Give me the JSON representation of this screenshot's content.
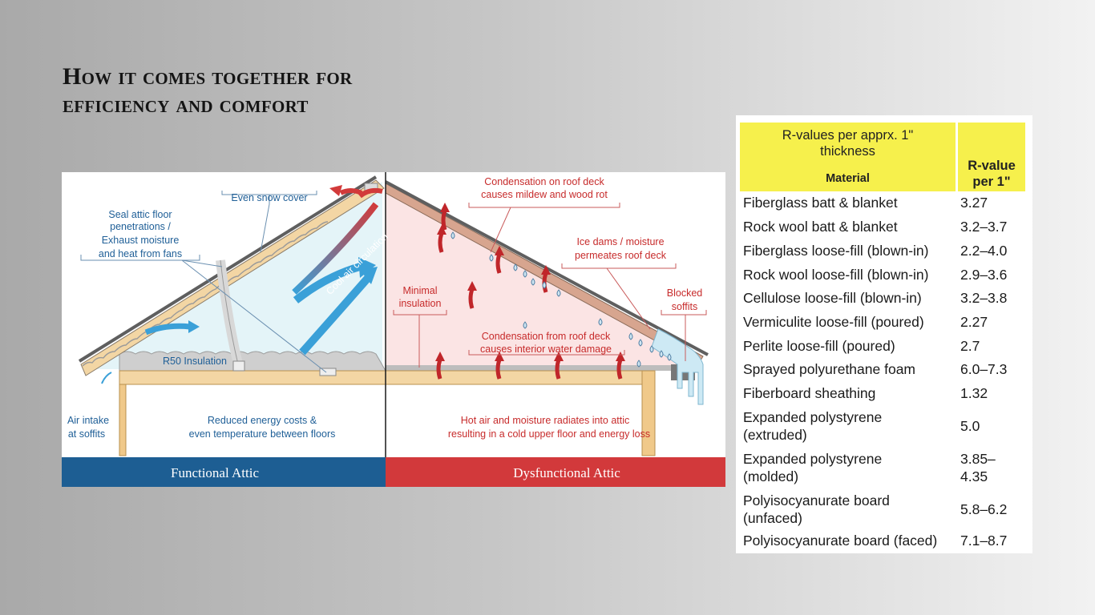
{
  "title": {
    "line1": "How it comes together for",
    "line2": "efficiency and comfort"
  },
  "diagram": {
    "left": {
      "footer": "Functional Attic",
      "labels": {
        "even_snow": "Even snow cover",
        "seal_1": "Seal attic floor",
        "seal_2": "penetrations /",
        "seal_3": "Exhaust moisture",
        "seal_4": "and heat from fans",
        "cool_air": "Cool air circulation",
        "r50": "R50 Insulation",
        "air_intake_1": "Air intake",
        "air_intake_2": "at soffits",
        "reduced_1": "Reduced energy costs &",
        "reduced_2": "even temperature between floors"
      }
    },
    "right": {
      "footer": "Dysfunctional Attic",
      "labels": {
        "cond_deck_1": "Condensation on roof deck",
        "cond_deck_2": "causes mildew and wood rot",
        "ice_1": "Ice dams / moisture",
        "ice_2": "permeates roof deck",
        "minimal_1": "Minimal",
        "minimal_2": "insulation",
        "blocked_1": "Blocked",
        "blocked_2": "soffits",
        "cond_int_1": "Condensation from roof deck",
        "cond_int_2": "causes interior water damage",
        "hot_1": "Hot air and moisture radiates into attic",
        "hot_2": "resulting in a cold upper floor and energy loss"
      }
    },
    "colors": {
      "functional": "#1d5e93",
      "dysfunctional": "#d2393b",
      "sky": "#e3f4f8",
      "warm": "#fbe6e6",
      "label": "#1f5f97",
      "label_red": "#c72b2b"
    }
  },
  "rvalue_table": {
    "header_left_1": "R-values per apprx. 1\"",
    "header_left_2": "thickness",
    "header_material": "Material",
    "header_right_1": "R-value",
    "header_right_2": "per 1\"",
    "header_color": "#f6f04c",
    "rows": [
      {
        "material": "Fiberglass batt & blanket",
        "value": "3.27"
      },
      {
        "material": "Rock wool batt & blanket",
        "value": "3.2–3.7"
      },
      {
        "material": "Fiberglass loose-fill (blown-in)",
        "value": "2.2–4.0"
      },
      {
        "material": "Rock wool loose-fill (blown-in)",
        "value": "2.9–3.6"
      },
      {
        "material": "Cellulose loose-fill (blown-in)",
        "value": "3.2–3.8"
      },
      {
        "material": "Vermiculite loose-fill (poured)",
        "value": "2.27"
      },
      {
        "material": "Perlite loose-fill (poured)",
        "value": "2.7"
      },
      {
        "material": "Sprayed polyurethane foam",
        "value": "6.0–7.3"
      },
      {
        "material": "Fiberboard sheathing",
        "value": "1.32"
      },
      {
        "material": "Expanded polystyrene",
        "material2": "(extruded)",
        "value": "5.0"
      },
      {
        "material": "Expanded polystyrene",
        "material2": "(molded)",
        "value": "3.85–",
        "value2": "4.35"
      },
      {
        "material": "Polyisocyanurate board",
        "material2": "(unfaced)",
        "value": "5.8–6.2"
      },
      {
        "material": "Polyisocyanurate board (faced)",
        "value": "7.1–8.7"
      }
    ]
  }
}
